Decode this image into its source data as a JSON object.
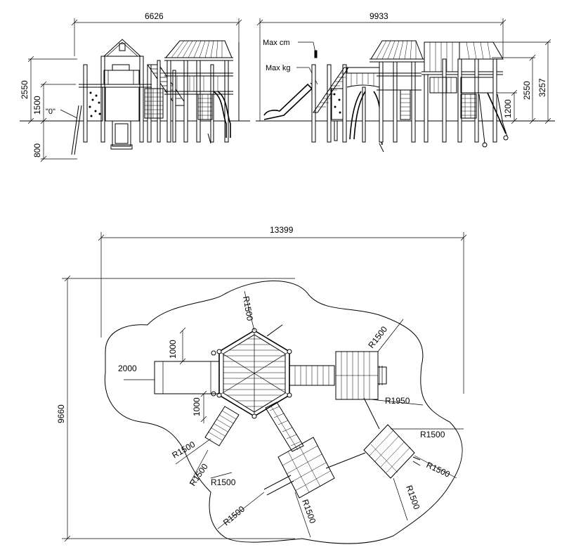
{
  "dimensions": {
    "elev1_width": "6626",
    "elev2_width": "9933",
    "plan_width": "13399",
    "plan_height": "9660",
    "h_2550_left": "2550",
    "h_1500_left": "1500",
    "h_zero_left": "\"0\"",
    "h_800_left": "800",
    "h_3257_right": "3257",
    "h_2550_right": "2550",
    "h_1200_right": "1200",
    "slide_2000": "2000",
    "slide_1000_top": "1000",
    "slide_1000_bottom": "1000",
    "r1950": "R1950"
  },
  "radii": [
    "R1500",
    "R1500",
    "R1500",
    "R1500",
    "R1500",
    "R1500",
    "R1500",
    "R1500",
    "R1500",
    "R1500"
  ],
  "labels": {
    "max_cm": "Max cm",
    "max_kg": "Max kg"
  }
}
